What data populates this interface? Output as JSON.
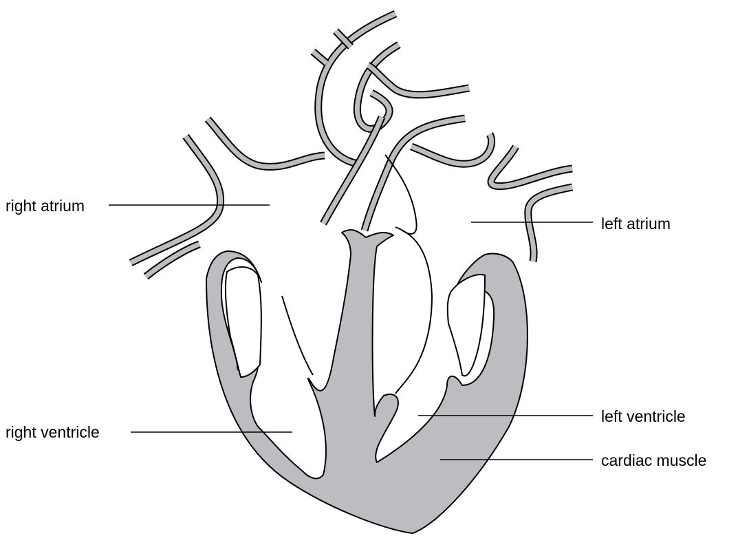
{
  "labels": {
    "right_atrium": "right atrium",
    "right_ventricle": "right ventricle",
    "left_atrium": "left atrium",
    "left_ventricle": "left ventricle",
    "cardiac_muscle": "cardiac muscle"
  },
  "colors": {
    "muscle_fill": "#bcbdc0",
    "outline": "#000000",
    "chamber": "#ffffff"
  }
}
